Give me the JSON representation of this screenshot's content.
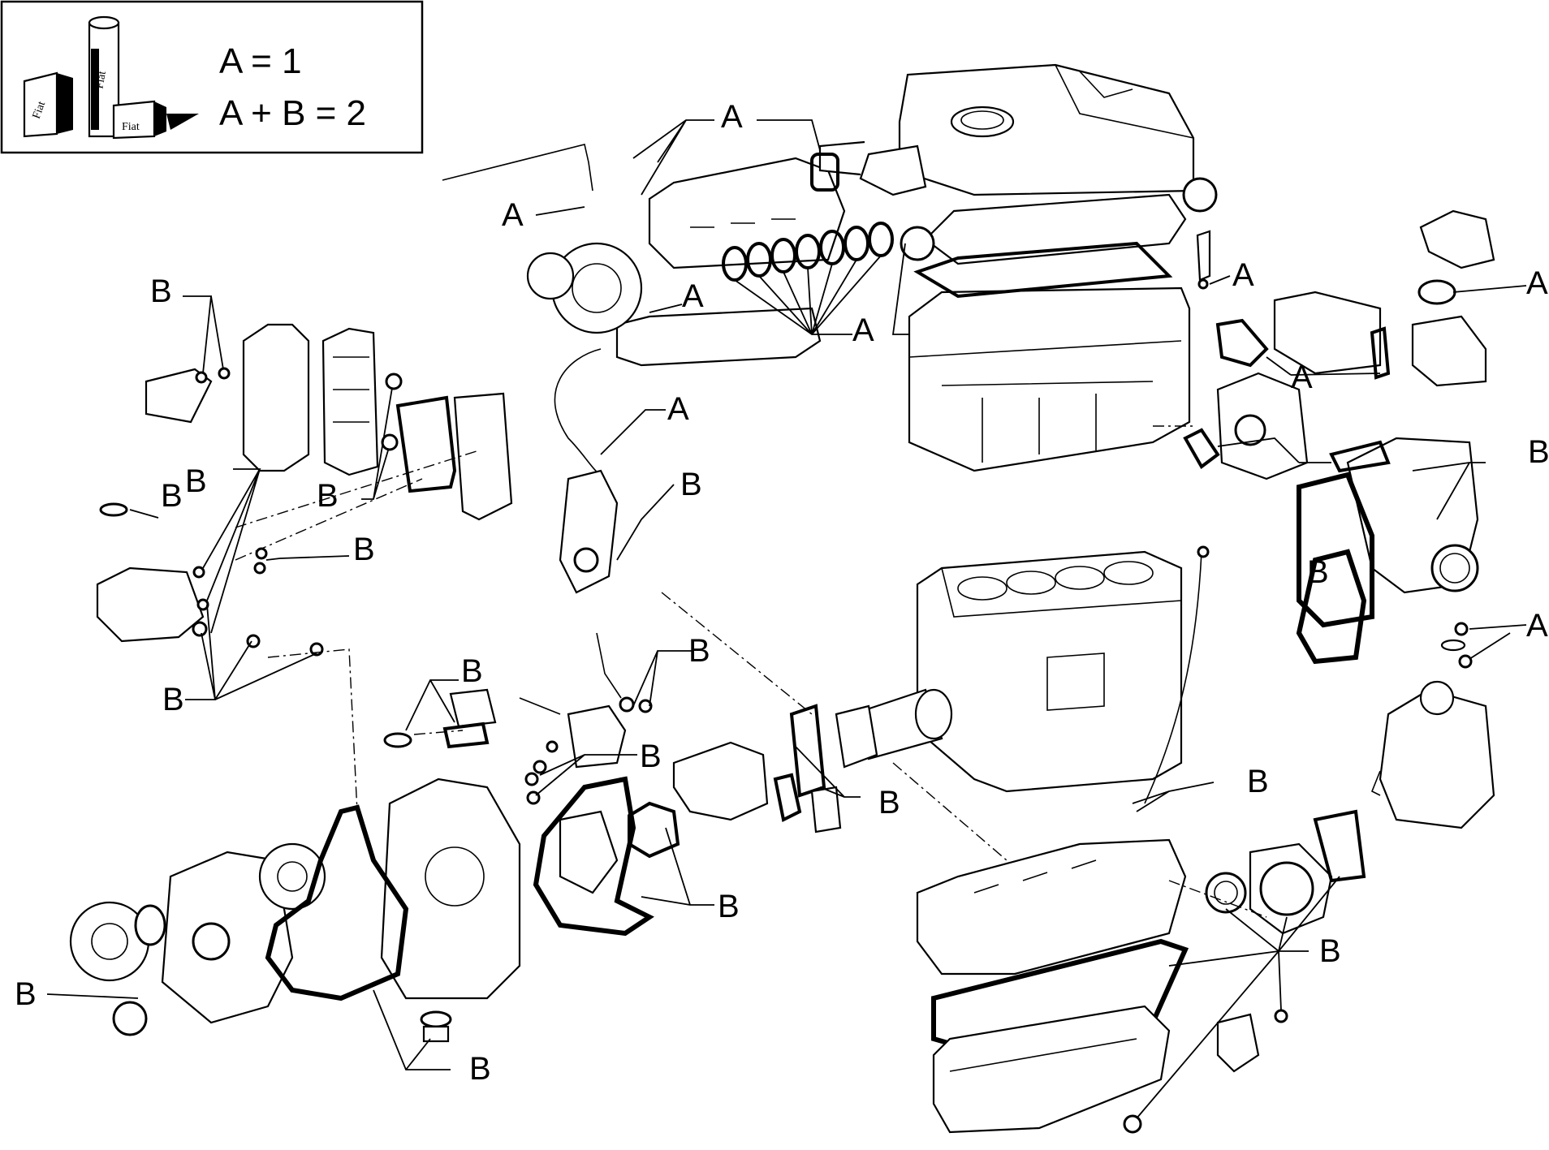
{
  "legend": {
    "line1": "A =  1",
    "line2": "A + B  = 2",
    "can_brand": "Fiat"
  },
  "callouts": {
    "a": "A",
    "b": "B"
  },
  "colors": {
    "ink": "#000000",
    "paper": "#ffffff"
  }
}
